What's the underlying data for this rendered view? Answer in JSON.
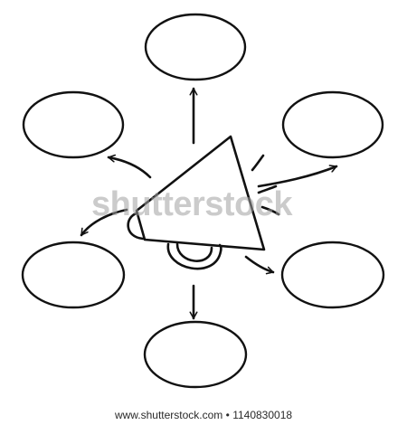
{
  "watermark": {
    "text": "shutterstock"
  },
  "footer": {
    "site": "www.shutterstock.com",
    "separator": "•",
    "image_number": "1140830018"
  },
  "colors": {
    "ink": "#111111",
    "background": "#ffffff",
    "watermark": "#a0a0a0"
  },
  "diagram": {
    "center_icon": "megaphone-icon",
    "nodes": [
      {
        "id": "top",
        "label": ""
      },
      {
        "id": "upper-left",
        "label": ""
      },
      {
        "id": "upper-right",
        "label": ""
      },
      {
        "id": "lower-left",
        "label": ""
      },
      {
        "id": "lower-right",
        "label": ""
      },
      {
        "id": "bottom",
        "label": ""
      }
    ]
  }
}
